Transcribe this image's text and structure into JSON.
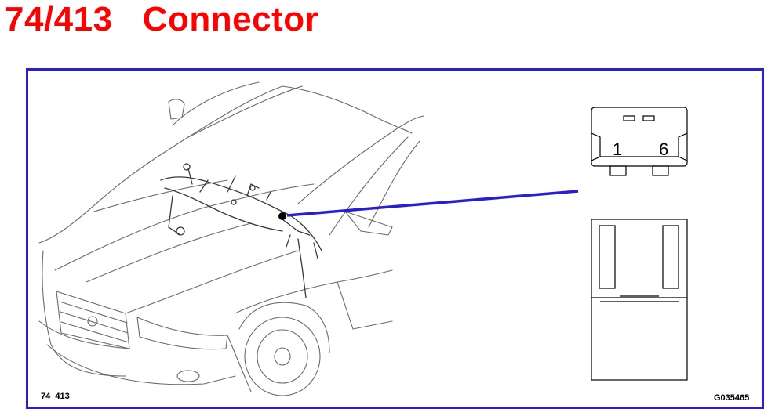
{
  "title": "74/413   Connector",
  "colors": {
    "title": "#ff0000",
    "frame": "#2a1fd0",
    "leader": "#2a1fd0",
    "drawing": "#555555"
  },
  "labels": {
    "left": "74_413",
    "right": "G035465"
  },
  "connector": {
    "pin_left": "1",
    "pin_right": "6"
  }
}
